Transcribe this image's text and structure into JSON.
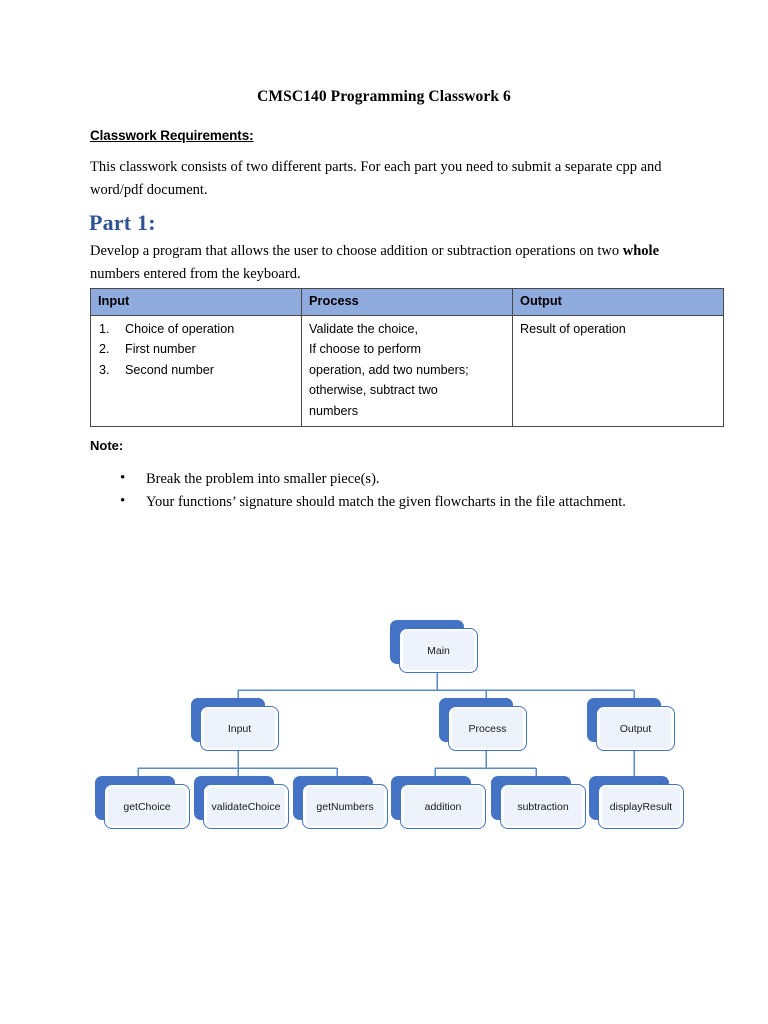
{
  "document": {
    "title": "CMSC140 Programming Classwork 6",
    "requirements_heading": "Classwork Requirements:",
    "requirements_text": "This classwork consists of two different parts. For each part you need to submit a separate cpp and word/pdf document.",
    "part_heading": "Part 1:",
    "part_text_before": "Develop a program that allows the user to choose addition or subtraction operations on two ",
    "part_text_bold": "whole",
    "part_text_after": " numbers entered from the keyboard.",
    "note_heading": "Note:",
    "notes": [
      "Break the problem into smaller piece(s).",
      "Your functions’ signature should match the given flowcharts in the file attachment."
    ]
  },
  "table": {
    "headers": [
      "Input",
      "Process",
      "Output"
    ],
    "input_items": [
      {
        "number": "1.",
        "text": "Choice of operation"
      },
      {
        "number": "2.",
        "text": "First number"
      },
      {
        "number": "3.",
        "text": "Second number"
      }
    ],
    "process_lines": [
      "Validate the choice,",
      "If choose to perform",
      "operation, add two numbers;",
      "otherwise, subtract two",
      "numbers"
    ],
    "output_text": "Result of operation",
    "header_fill": "#8FAADC",
    "border_color": "#4A4A4A"
  },
  "flowchart": {
    "type": "tree",
    "accent": "#4472C4",
    "connector_color": "#5B8AC9",
    "nodes": {
      "main": "Main",
      "input": "Input",
      "process": "Process",
      "output": "Output",
      "get_choice": "getChoice",
      "validate_choice": "validateChoice",
      "get_numbers": "getNumbers",
      "addition": "addition",
      "subtraction": "subtraction",
      "display_result": "displayResult"
    },
    "edges": [
      [
        "main",
        "input"
      ],
      [
        "main",
        "process"
      ],
      [
        "main",
        "output"
      ],
      [
        "input",
        "get_choice"
      ],
      [
        "input",
        "validate_choice"
      ],
      [
        "input",
        "get_numbers"
      ],
      [
        "process",
        "addition"
      ],
      [
        "process",
        "subtraction"
      ],
      [
        "output",
        "display_result"
      ]
    ]
  },
  "colors": {
    "heading_blue": "#2E5496",
    "node_blue": "#4472C4",
    "table_header": "#8FAADC"
  }
}
